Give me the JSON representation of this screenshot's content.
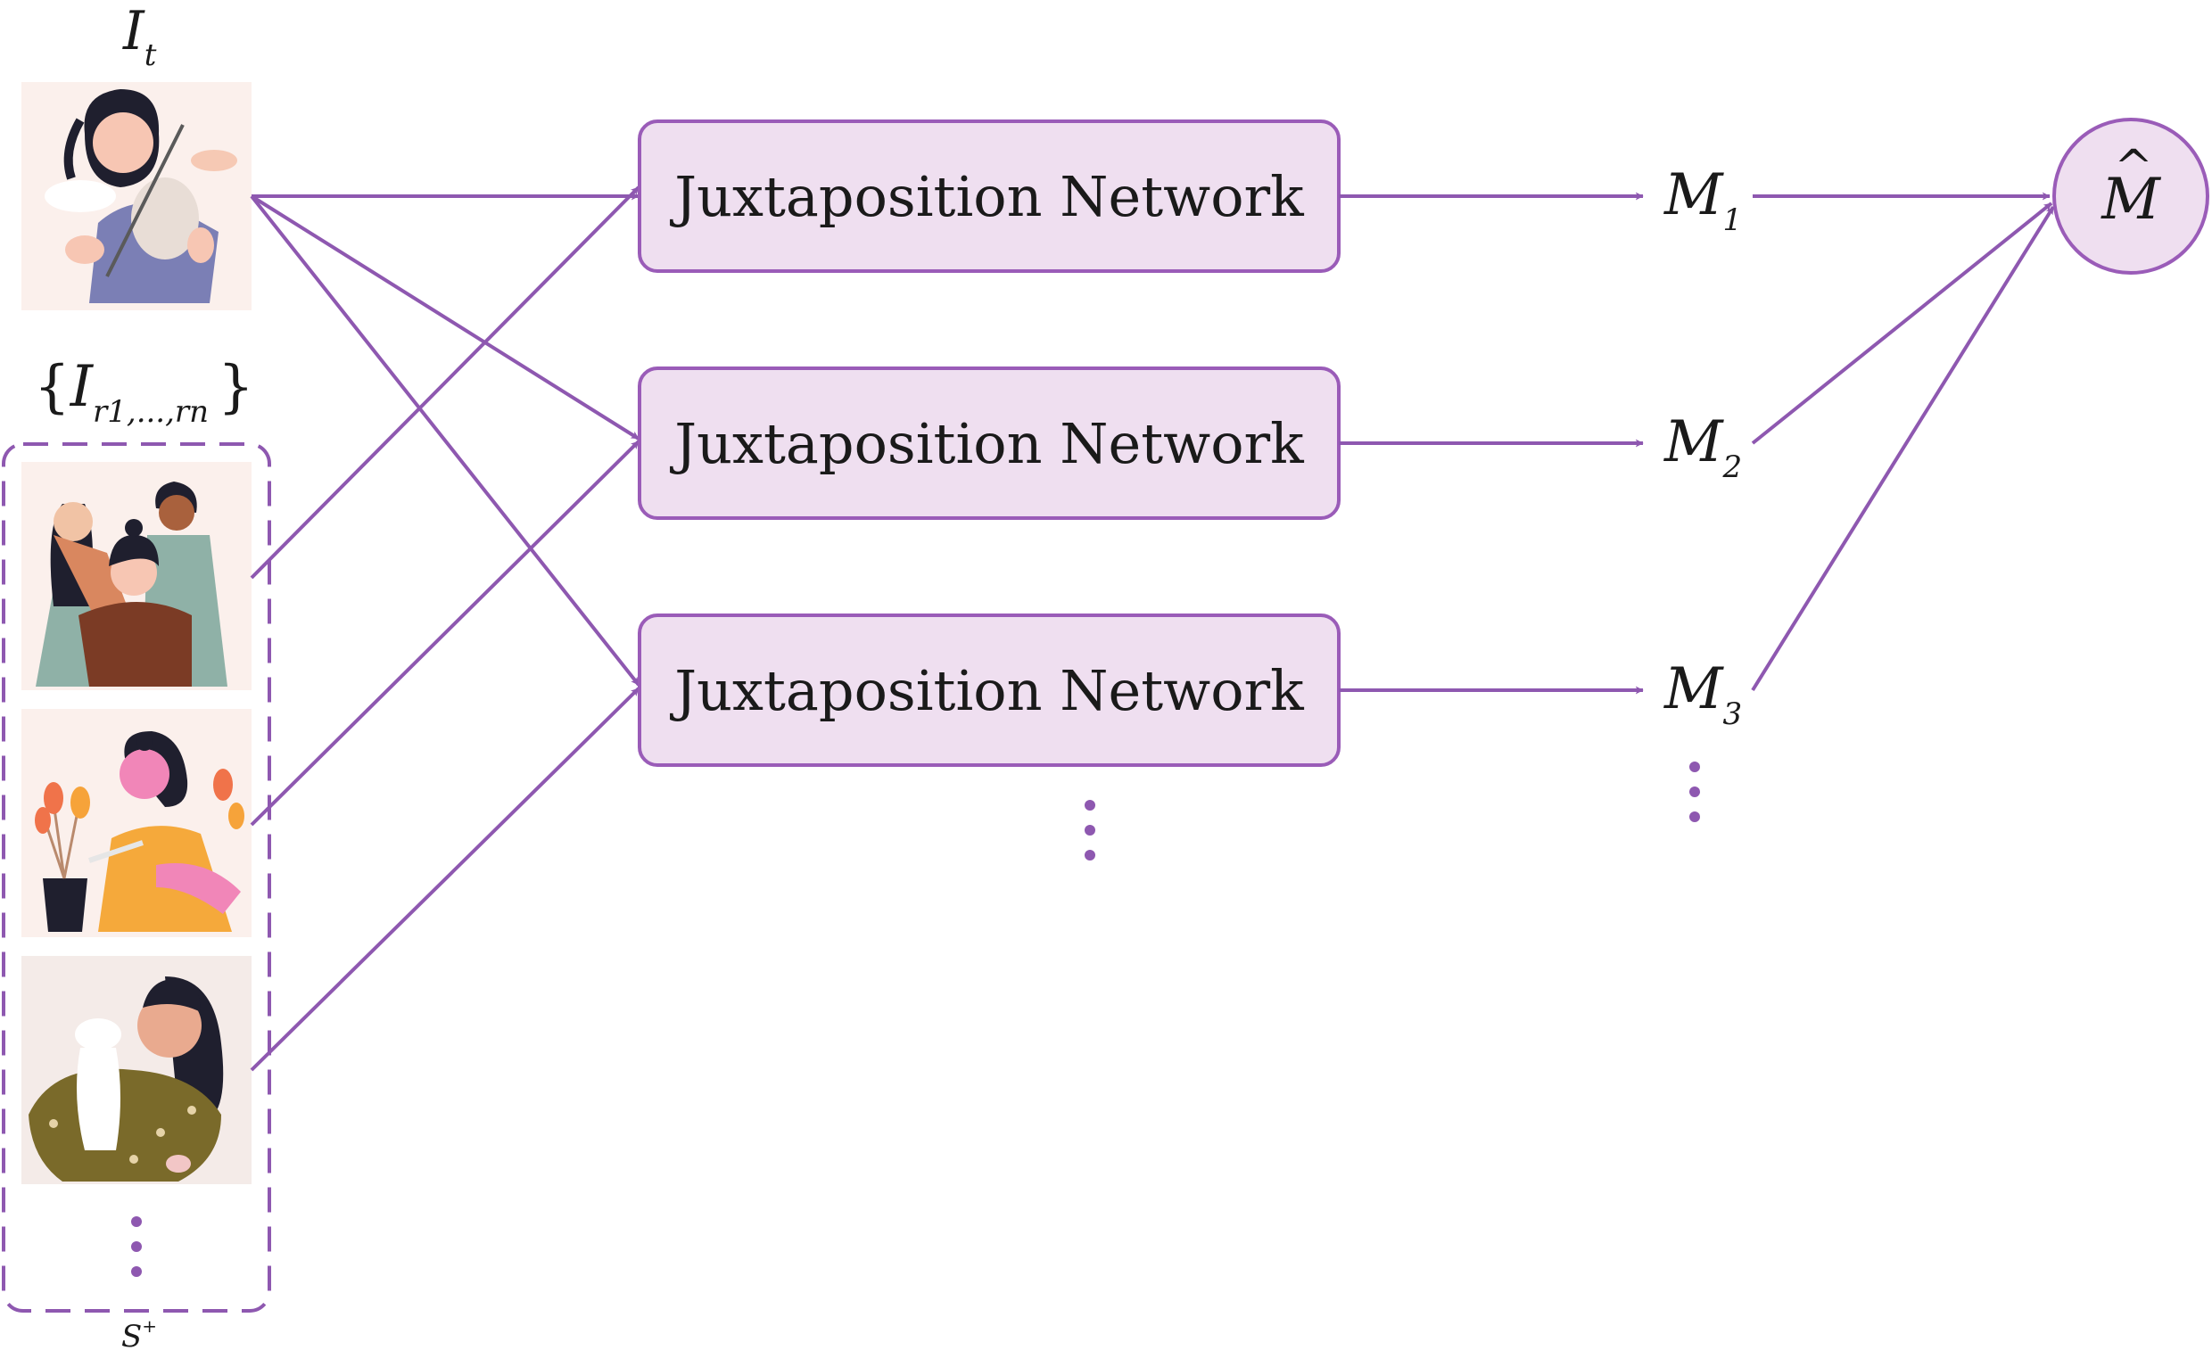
{
  "input": {
    "target_symbol": "I",
    "target_sub": "t",
    "refs_open": "{",
    "refs_symbol": "I",
    "refs_sub": "r1,...,rn",
    "refs_close": "}",
    "set_symbol": "S",
    "set_sup": "+"
  },
  "networks": [
    {
      "label": "Juxtaposition Network"
    },
    {
      "label": "Juxtaposition Network"
    },
    {
      "label": "Juxtaposition Network"
    }
  ],
  "outputs": [
    {
      "symbol": "M",
      "sub": "1"
    },
    {
      "symbol": "M",
      "sub": "2"
    },
    {
      "symbol": "M",
      "sub": "3"
    }
  ],
  "aggregate": {
    "symbol": "M",
    "accent": "^"
  },
  "colors": {
    "accent": "#8e58b0",
    "box_fill": "#efdff0",
    "box_stroke": "#9a5cb8",
    "thumb_bg": "#fbf0ec"
  },
  "icons": [
    "woman-violin-illustration",
    "three-friends-illustration",
    "woman-watering-plant-illustration",
    "woman-hugging-dog-illustration",
    "vertical-ellipsis-icon"
  ]
}
